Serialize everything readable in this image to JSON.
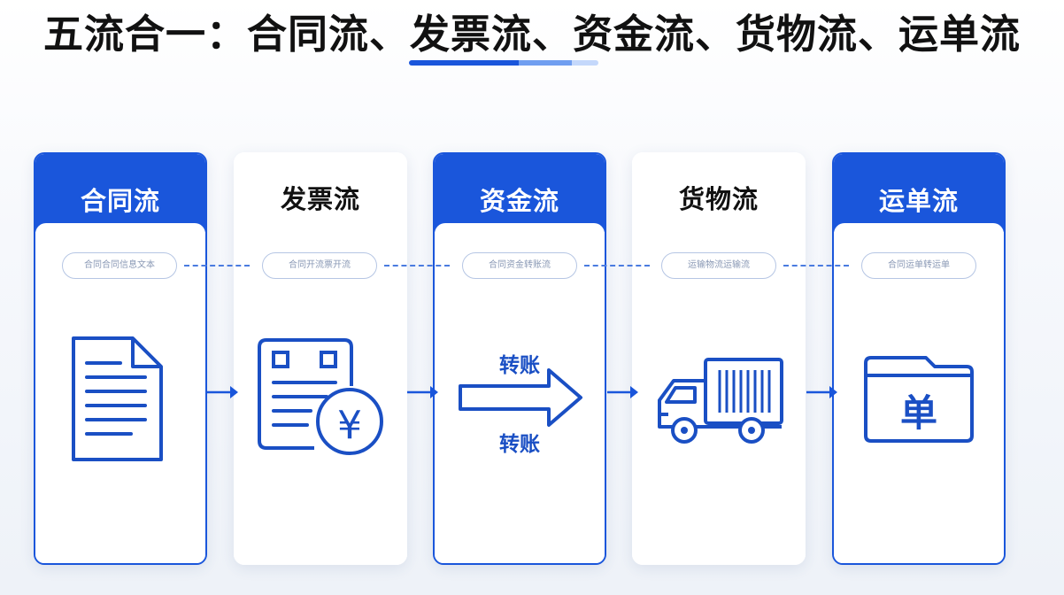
{
  "title": "五流合一：合同流、发票流、资金流、货物流、运单流",
  "colors": {
    "accent": "#1a56db",
    "icon_stroke": "#1a4fc4"
  },
  "cards": [
    {
      "title": "合同流",
      "tag": "合同合同信息文本",
      "style": "blue",
      "icon": "document-icon"
    },
    {
      "title": "发票流",
      "tag": "合同开流票开流",
      "style": "white",
      "icon": "invoice-yen-icon"
    },
    {
      "title": "资金流",
      "tag": "合同资金转账流",
      "style": "blue",
      "icon": "transfer-arrow-icon"
    },
    {
      "title": "货物流",
      "tag": "运输物流运输流",
      "style": "white",
      "icon": "truck-icon"
    },
    {
      "title": "运单流",
      "tag": "合同运单转运单",
      "style": "blue",
      "icon": "waybill-folder-icon"
    }
  ],
  "transfer": {
    "top_label": "转账",
    "bottom_label": "转账"
  },
  "waybill": {
    "glyph": "单"
  },
  "invoice": {
    "glyph": "¥"
  }
}
